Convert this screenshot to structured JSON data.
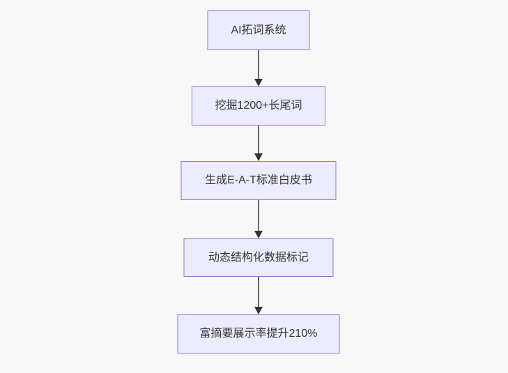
{
  "flowchart": {
    "type": "vertical-flowchart",
    "nodes": [
      {
        "id": "node-1",
        "label": "AI拓词系统"
      },
      {
        "id": "node-2",
        "label": "挖掘1200+长尾词"
      },
      {
        "id": "node-3",
        "label": "生成E-A-T标准白皮书"
      },
      {
        "id": "node-4",
        "label": "动态结构化数据标记"
      },
      {
        "id": "node-5",
        "label": "富摘要展示率提升210%"
      }
    ],
    "edges": [
      {
        "from": "node-1",
        "to": "node-2",
        "style": "arrow-down"
      },
      {
        "from": "node-2",
        "to": "node-3",
        "style": "arrow-down"
      },
      {
        "from": "node-3",
        "to": "node-4",
        "style": "arrow-down"
      },
      {
        "from": "node-4",
        "to": "node-5",
        "style": "arrow-down"
      }
    ],
    "colors": {
      "node_fill": "#ECECFF",
      "node_border": "#9370DB",
      "edge_line": "#666666",
      "arrow": "#333333",
      "text": "#333333",
      "background": "#f8f8f8"
    }
  }
}
